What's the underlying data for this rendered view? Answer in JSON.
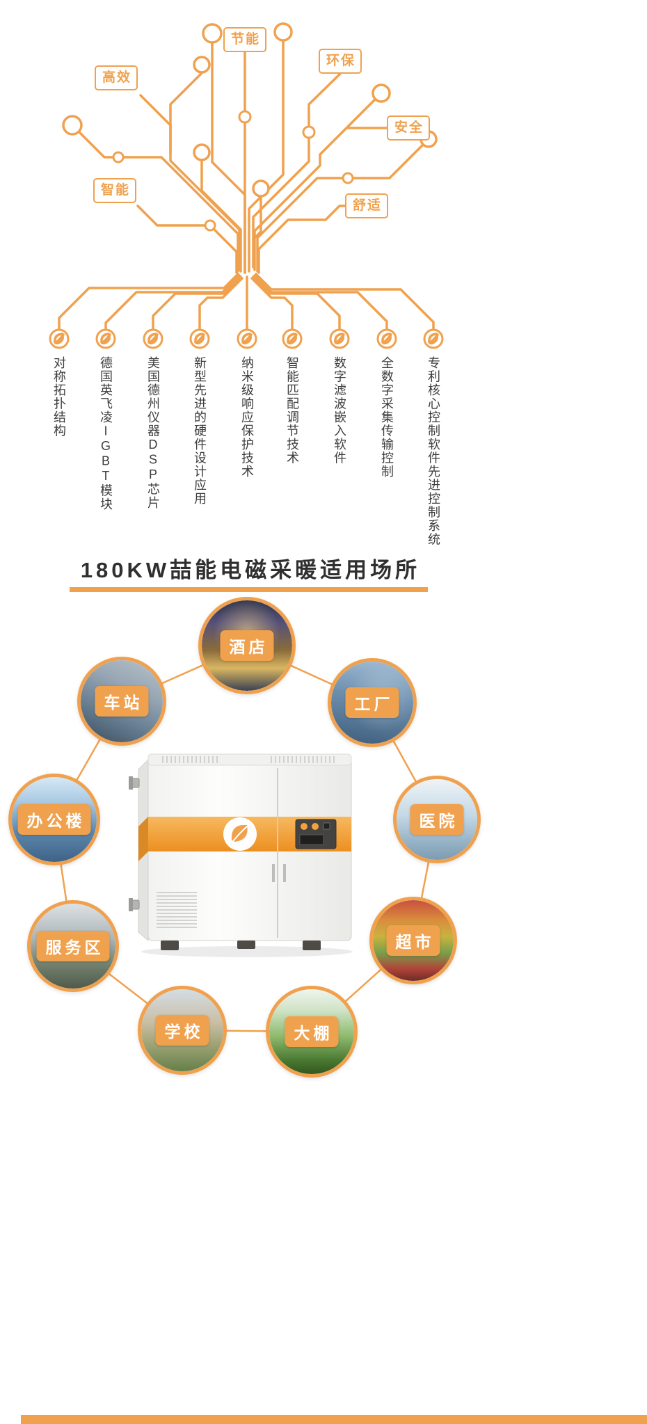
{
  "theme": {
    "accent": "#F0A14E",
    "accent_deep": "#EC941F",
    "title_color": "#2F2F2F",
    "badge_text_color": "#FFFFFF"
  },
  "tree_labels": [
    "节能",
    "环保",
    "高效",
    "安全",
    "智能",
    "舒适"
  ],
  "features": [
    "对称拓扑结构",
    "德国英飞凌IGBT模块",
    "美国德州仪器DSP芯片",
    "新型先进的硬件设计应用",
    "纳米级响应保护技术",
    "智能匹配调节技术",
    "数字滤波嵌入软件",
    "全数字采集传输控制",
    "专利核心控制软件先进控制系统"
  ],
  "section_title": "180KW喆能电磁采暖适用场所",
  "applications": [
    "酒店",
    "车站",
    "工厂",
    "办公楼",
    "医院",
    "服务区",
    "超市",
    "学校",
    "大棚"
  ],
  "icons": {
    "tree_node": "bean-leaf-logo-icon",
    "product": "heating-cabinet-image"
  }
}
